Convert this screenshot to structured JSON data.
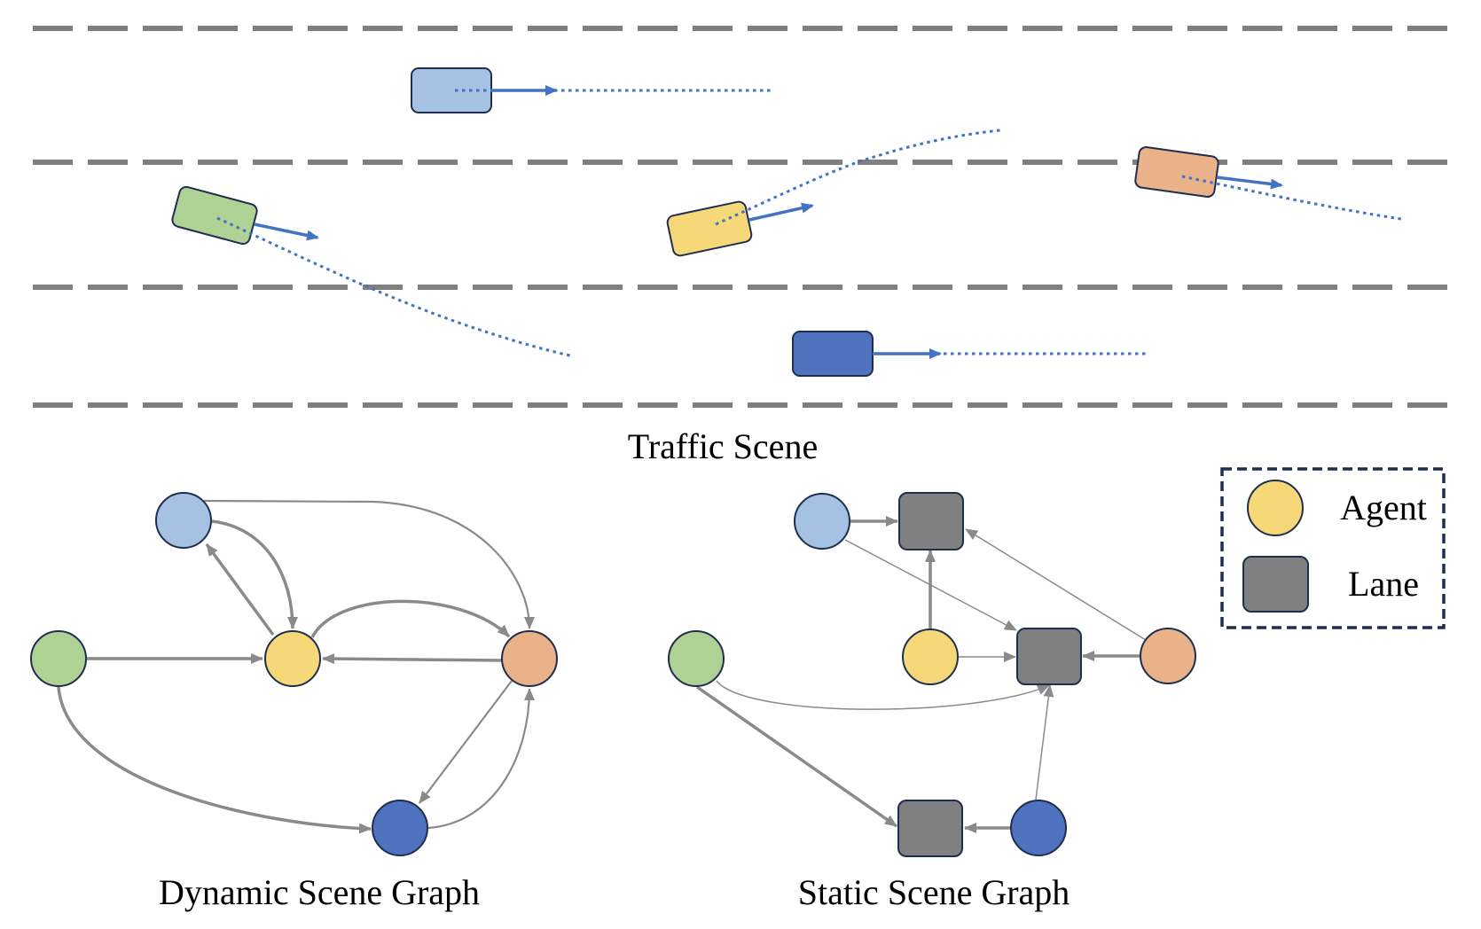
{
  "colors": {
    "agent_light_blue": "#a6c2e2",
    "agent_green": "#b0d194",
    "agent_yellow": "#f7d878",
    "agent_orange": "#e9b288",
    "agent_dark_blue": "#4e72be",
    "lane_gray": "#808080",
    "node_outline": "#1f2d4f",
    "edge_gray": "#8a8a8a",
    "trajectory_blue": "#4472c4",
    "legend_border": "#1f2d4f"
  },
  "traffic_scene": {
    "title": "Traffic Scene",
    "lane_markings": 4,
    "vehicles": [
      {
        "id": "light-blue",
        "color_key": "agent_light_blue",
        "motion": "straight"
      },
      {
        "id": "green",
        "color_key": "agent_green",
        "motion": "lane-change-right"
      },
      {
        "id": "yellow",
        "color_key": "agent_yellow",
        "motion": "lane-change-left"
      },
      {
        "id": "orange",
        "color_key": "agent_orange",
        "motion": "lane-change-right"
      },
      {
        "id": "dark-blue",
        "color_key": "agent_dark_blue",
        "motion": "straight"
      }
    ]
  },
  "dynamic_scene_graph": {
    "title": "Dynamic Scene Graph",
    "nodes": [
      {
        "id": "light-blue",
        "type": "agent",
        "color_key": "agent_light_blue"
      },
      {
        "id": "green",
        "type": "agent",
        "color_key": "agent_green"
      },
      {
        "id": "yellow",
        "type": "agent",
        "color_key": "agent_yellow"
      },
      {
        "id": "orange",
        "type": "agent",
        "color_key": "agent_orange"
      },
      {
        "id": "dark-blue",
        "type": "agent",
        "color_key": "agent_dark_blue"
      }
    ],
    "edges": [
      {
        "from": "green",
        "to": "yellow",
        "weight": "thick"
      },
      {
        "from": "yellow",
        "to": "light-blue",
        "weight": "thick"
      },
      {
        "from": "light-blue",
        "to": "yellow",
        "weight": "thick"
      },
      {
        "from": "light-blue",
        "to": "orange",
        "weight": "thin"
      },
      {
        "from": "yellow",
        "to": "orange",
        "weight": "thick"
      },
      {
        "from": "orange",
        "to": "yellow",
        "weight": "thick"
      },
      {
        "from": "orange",
        "to": "dark-blue",
        "weight": "thin"
      },
      {
        "from": "dark-blue",
        "to": "orange",
        "weight": "thin"
      },
      {
        "from": "green",
        "to": "dark-blue",
        "weight": "thick"
      }
    ]
  },
  "static_scene_graph": {
    "title": "Static Scene Graph",
    "nodes": [
      {
        "id": "light-blue",
        "type": "agent",
        "color_key": "agent_light_blue"
      },
      {
        "id": "green",
        "type": "agent",
        "color_key": "agent_green"
      },
      {
        "id": "yellow",
        "type": "agent",
        "color_key": "agent_yellow"
      },
      {
        "id": "orange",
        "type": "agent",
        "color_key": "agent_orange"
      },
      {
        "id": "dark-blue",
        "type": "agent",
        "color_key": "agent_dark_blue"
      },
      {
        "id": "lane-1",
        "type": "lane",
        "color_key": "lane_gray"
      },
      {
        "id": "lane-2",
        "type": "lane",
        "color_key": "lane_gray"
      },
      {
        "id": "lane-3",
        "type": "lane",
        "color_key": "lane_gray"
      }
    ],
    "edges": [
      {
        "from": "light-blue",
        "to": "lane-1",
        "weight": "thick"
      },
      {
        "from": "yellow",
        "to": "lane-1",
        "weight": "thick"
      },
      {
        "from": "orange",
        "to": "lane-1",
        "weight": "thin"
      },
      {
        "from": "light-blue",
        "to": "lane-2",
        "weight": "thin"
      },
      {
        "from": "yellow",
        "to": "lane-2",
        "weight": "thin"
      },
      {
        "from": "orange",
        "to": "lane-2",
        "weight": "thick"
      },
      {
        "from": "green",
        "to": "lane-2",
        "weight": "thin"
      },
      {
        "from": "dark-blue",
        "to": "lane-2",
        "weight": "thin"
      },
      {
        "from": "green",
        "to": "lane-3",
        "weight": "thick"
      },
      {
        "from": "dark-blue",
        "to": "lane-3",
        "weight": "thick"
      }
    ]
  },
  "legend": {
    "items": [
      {
        "label": "Agent",
        "shape": "circle",
        "color_key": "agent_yellow"
      },
      {
        "label": "Lane",
        "shape": "rounded-square",
        "color_key": "lane_gray"
      }
    ]
  }
}
